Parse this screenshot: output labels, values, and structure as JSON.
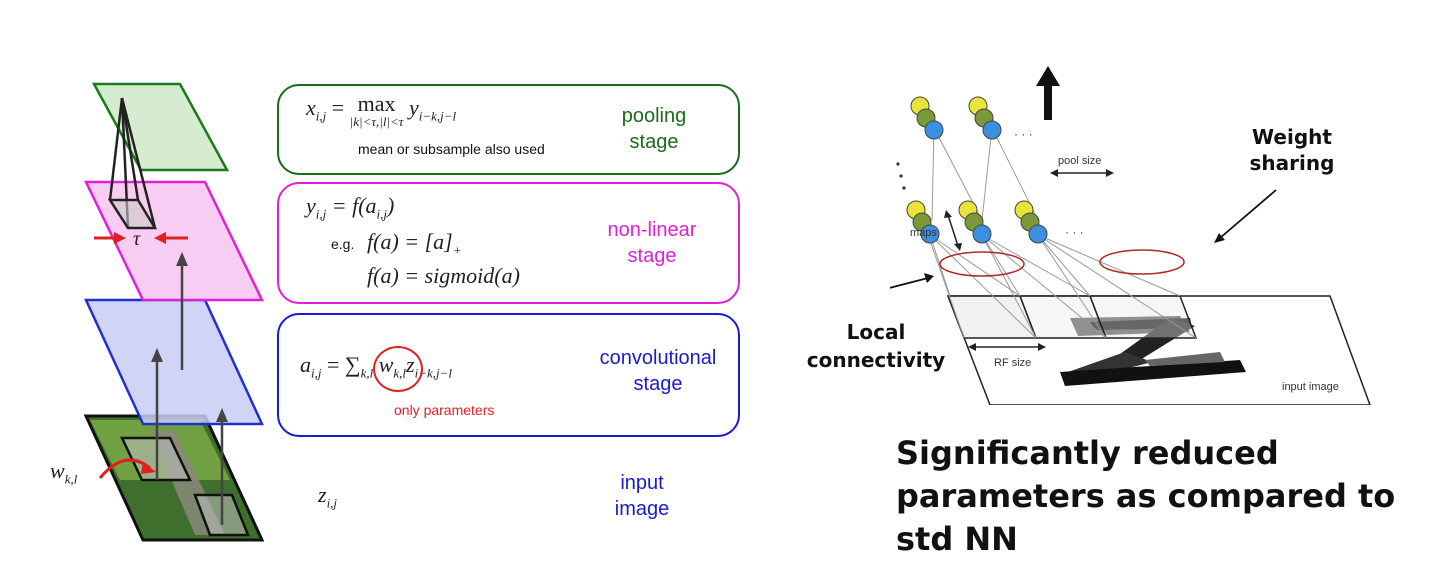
{
  "left_diagram": {
    "stages": {
      "pooling": {
        "formula_lhs": "x",
        "formula_lhs_sub": "i,j",
        "formula_op": "max",
        "formula_op_sub": "|k|<τ,|l|<τ",
        "formula_rhs": "y",
        "formula_rhs_sub": "i−k,j−l",
        "note": "mean or subsample also used",
        "label_line1": "pooling",
        "label_line2": "stage"
      },
      "nonlinear": {
        "formula1": "y",
        "formula1_sub": "i,j",
        "formula1_rest": " = f(a",
        "formula1_rest_sub": "i,j",
        "formula1_end": ")",
        "eg": "e.g.",
        "formula2": "f(a) = [a]",
        "formula2_sub": "+",
        "formula3": "f(a) = sigmoid(a)",
        "label_line1": "non-linear",
        "label_line2": "stage"
      },
      "conv": {
        "lhs": "a",
        "lhs_sub": "i,j",
        "sum_sub": "k,l",
        "weight": "w",
        "weight_sub": "k,l",
        "z": "z",
        "z_sub": "i−k,j−l",
        "note": "only parameters",
        "label_line1": "convolutional",
        "label_line2": "stage"
      },
      "input": {
        "var": "z",
        "var_sub": "i,j",
        "label_line1": "input",
        "label_line2": "image"
      }
    },
    "tau_label": "τ",
    "w_label": "w",
    "w_sub": "k,l"
  },
  "right_diagram": {
    "weight_sharing_line1": "Weight",
    "weight_sharing_line2": "sharing",
    "local_line1": "Local",
    "local_line2": "connectivity",
    "pool_size": "pool size",
    "maps": "maps",
    "rf_size": "RF size",
    "input_image": "input image",
    "ellipsis": "· · ·",
    "summary_line1": "Significantly reduced",
    "summary_line2": "parameters as compared to",
    "summary_line3": "std NN"
  },
  "colors": {
    "pooling": "#1a6b1a",
    "nonlinear": "#e020d8",
    "conv": "#1a1ad0",
    "input_label": "#1a1ad0",
    "red": "#e02020"
  }
}
